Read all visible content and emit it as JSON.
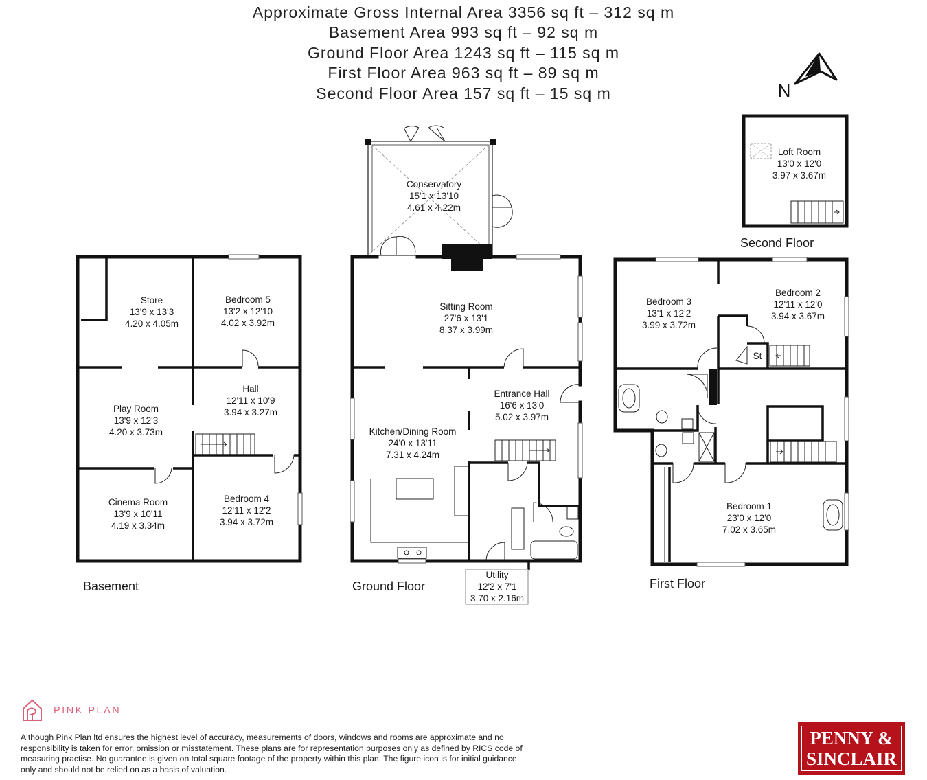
{
  "header": {
    "lines": [
      "Approximate Gross Internal Area 3356 sq ft – 312 sq m",
      "Basement Area 993 sq ft – 92 sq m",
      "Ground Floor Area 1243 sq ft – 115 sq m",
      "First Floor Area 963 sq ft – 89 sq m",
      "Second Floor Area 157 sq ft – 15 sq m"
    ]
  },
  "compass": {
    "label": "N"
  },
  "floors": {
    "basement": {
      "label": "Basement",
      "rooms": [
        {
          "name": "Store",
          "imperial": "13'9 x 13'3",
          "metric": "4.20 x 4.05m"
        },
        {
          "name": "Bedroom 5",
          "imperial": "13'2 x 12'10",
          "metric": "4.02 x 3.92m"
        },
        {
          "name": "Hall",
          "imperial": "12'11 x 10'9",
          "metric": "3.94 x 3.27m"
        },
        {
          "name": "Play Room",
          "imperial": "13'9 x 12'3",
          "metric": "4.20 x 3.73m"
        },
        {
          "name": "Cinema Room",
          "imperial": "13'9 x 10'11",
          "metric": "4.19 x 3.34m"
        },
        {
          "name": "Bedroom 4",
          "imperial": "12'11 x 12'2",
          "metric": "3.94 x 3.72m"
        }
      ]
    },
    "ground": {
      "label": "Ground Floor",
      "rooms": [
        {
          "name": "Conservatory",
          "imperial": "15'1 x 13'10",
          "metric": "4.61 x 4.22m"
        },
        {
          "name": "Sitting Room",
          "imperial": "27'6 x 13'1",
          "metric": "8.37 x 3.99m"
        },
        {
          "name": "Entrance Hall",
          "imperial": "16'6 x 13'0",
          "metric": "5.02 x 3.97m"
        },
        {
          "name": "Kitchen/Dining Room",
          "imperial": "24'0 x 13'11",
          "metric": "7.31 x 4.24m"
        },
        {
          "name": "Utility",
          "imperial": "12'2 x 7'1",
          "metric": "3.70 x 2.16m"
        }
      ]
    },
    "first": {
      "label": "First Floor",
      "rooms": [
        {
          "name": "Bedroom 3",
          "imperial": "13'1 x 12'2",
          "metric": "3.99 x 3.72m"
        },
        {
          "name": "Bedroom 2",
          "imperial": "12'11 x 12'0",
          "metric": "3.94 x 3.67m"
        },
        {
          "name": "St"
        },
        {
          "name": "Bedroom 1",
          "imperial": "23'0 x 12'0",
          "metric": "7.02 x 3.65m"
        }
      ]
    },
    "second": {
      "label": "Second Floor",
      "rooms": [
        {
          "name": "Loft Room",
          "imperial": "13'0 x 12'0",
          "metric": "3.97 x 3.67m"
        }
      ]
    }
  },
  "brand": {
    "name": "PINK PLAN",
    "color": "#d9627b"
  },
  "disclaimer": "Although Pink Plan ltd ensures the highest level of accuracy, measurements of doors, windows and rooms are approximate and no responsibility is taken for error, omission or misstatement. These plans are for representation purposes only as defined by RICS code of measuring practise. No guarantee is given on total square footage of the property within this plan. The figure icon is for initial guidance only and should not be relied on as a basis of valuation.",
  "agent": {
    "line1": "PENNY &",
    "line2": "SINCLAIR",
    "color": "#b5121b"
  }
}
